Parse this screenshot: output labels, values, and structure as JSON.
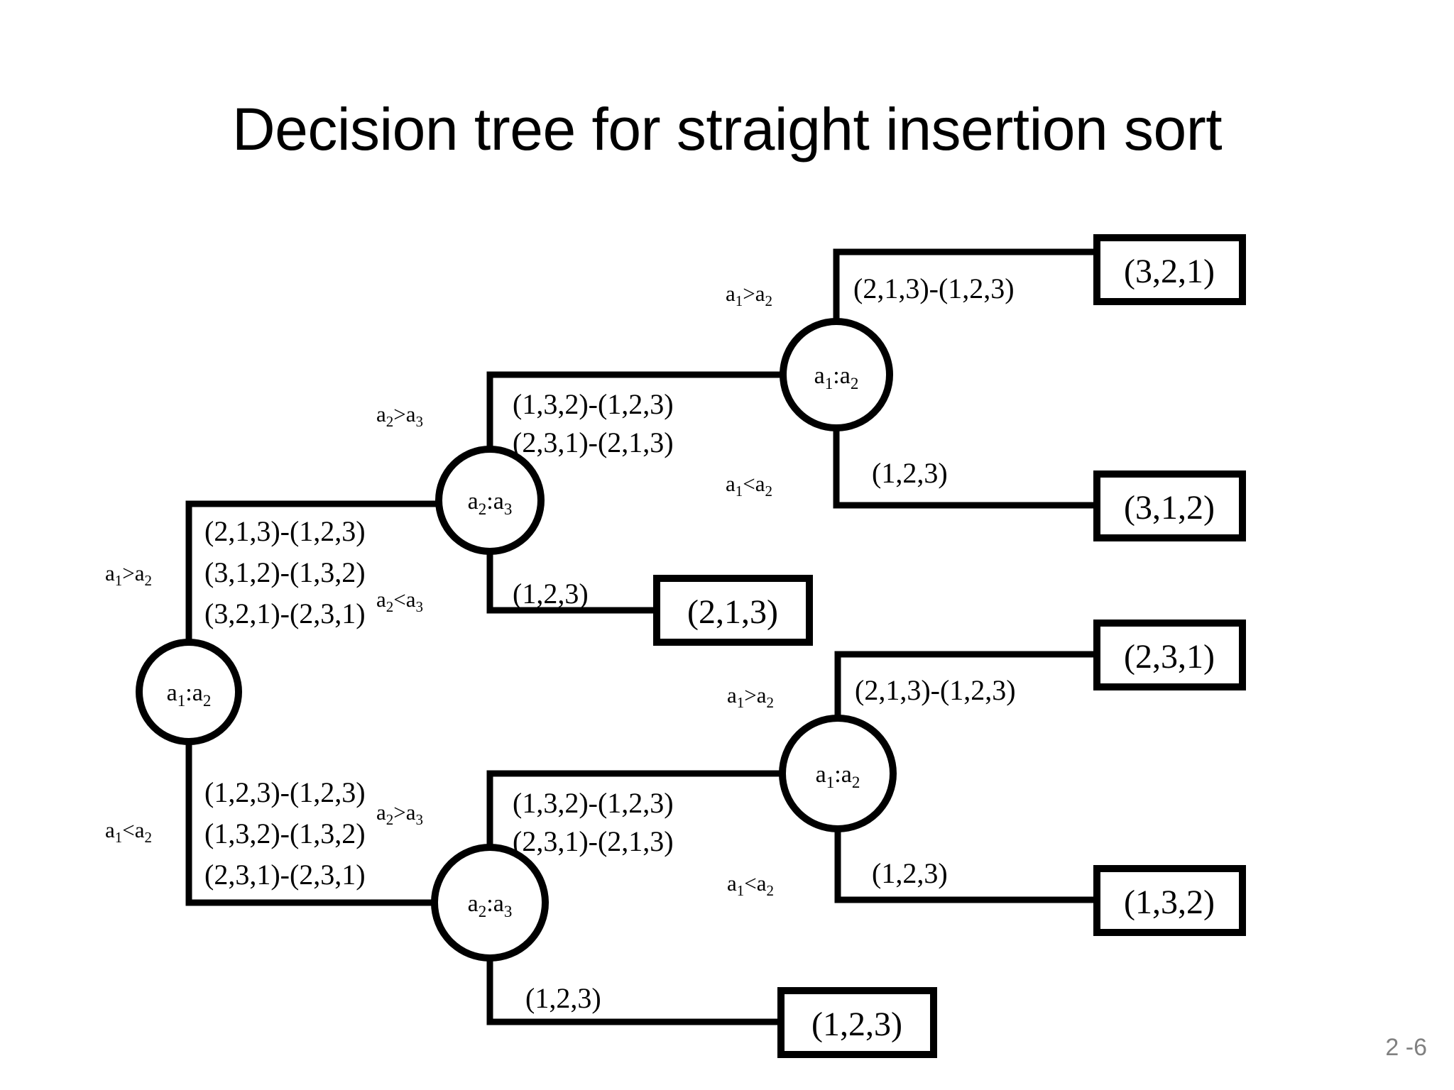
{
  "slide": {
    "title": "Decision tree for straight insertion sort",
    "page_number": "2 -6",
    "background_color": "#ffffff",
    "ink_color": "#000000",
    "page_number_color": "#808080"
  },
  "tree": {
    "nodes": {
      "root": {
        "label_a": "a",
        "label_sub1": "1",
        "label_op": ":a",
        "label_sub2": "2",
        "text": "a1:a2"
      },
      "upper_mid": {
        "text": "a2:a3"
      },
      "upper_right": {
        "text": "a1:a2"
      },
      "lower_mid": {
        "text": "a2:a3"
      },
      "lower_right": {
        "text": "a1:a2"
      }
    },
    "edge_labels": {
      "root_up": "a1>a2",
      "root_down": "a1<a2",
      "upper_mid_up": "a2>a3",
      "upper_mid_down": "a2<a3",
      "upper_right_up": "a1>a2",
      "upper_right_down": "a1<a2",
      "lower_mid_up": "a2>a3",
      "lower_right_up": "a1>a2",
      "lower_right_down": "a1<a2"
    },
    "annotations": {
      "root_up_line1": "(2,1,3)-(1,2,3)",
      "root_up_line2": "(3,1,2)-(1,3,2)",
      "root_up_line3": "(3,2,1)-(2,3,1)",
      "root_down_line1": "(1,2,3)-(1,2,3)",
      "root_down_line2": "(1,3,2)-(1,3,2)",
      "root_down_line3": "(2,3,1)-(2,3,1)",
      "upper_mid_up_line1": "(1,3,2)-(1,2,3)",
      "upper_mid_up_line2": "(2,3,1)-(2,1,3)",
      "upper_mid_down_line1": "(1,2,3)",
      "upper_right_up_line1": "(2,1,3)-(1,2,3)",
      "upper_right_down_line1": "(1,2,3)",
      "lower_mid_up_line1": "(1,3,2)-(1,2,3)",
      "lower_mid_up_line2": "(2,3,1)-(2,1,3)",
      "lower_mid_down_line1": "(1,2,3)",
      "lower_right_up_line1": "(2,1,3)-(1,2,3)",
      "lower_right_down_line1": "(1,2,3)"
    },
    "leaves": {
      "leaf_321": "(3,2,1)",
      "leaf_312": "(3,1,2)",
      "leaf_213": "(2,1,3)",
      "leaf_231": "(2,3,1)",
      "leaf_132": "(1,3,2)",
      "leaf_123": "(1,2,3)"
    }
  }
}
